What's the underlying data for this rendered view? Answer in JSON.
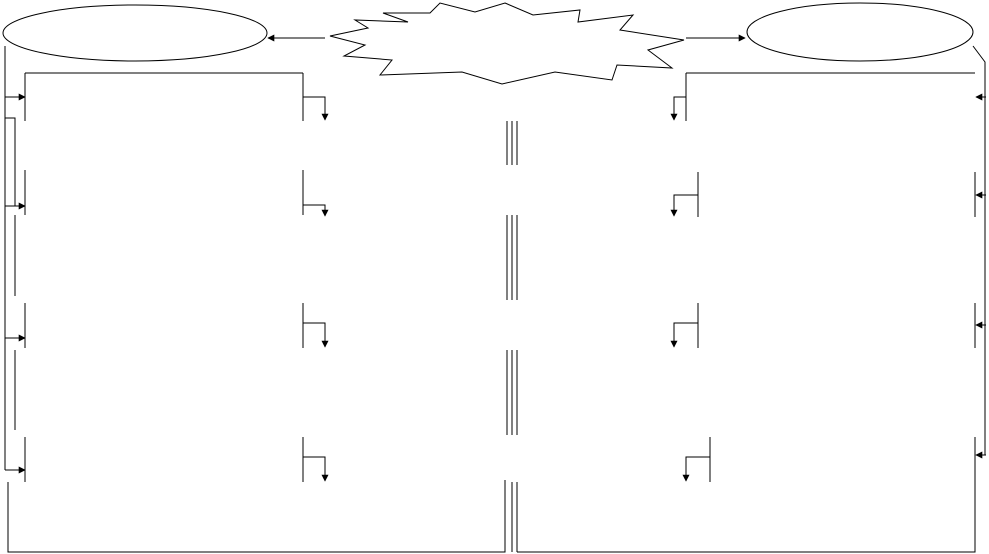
{
  "diagram": {
    "central_node": {
      "shape": "starburst",
      "label": ""
    },
    "left_node": {
      "shape": "ellipse",
      "label": ""
    },
    "right_node": {
      "shape": "ellipse",
      "label": ""
    },
    "left_branch": {
      "rows": 4
    },
    "right_branch": {
      "rows": 4
    },
    "colors": {
      "line": "#000000",
      "fill": "#ffffff",
      "background": "#ffffff"
    }
  }
}
